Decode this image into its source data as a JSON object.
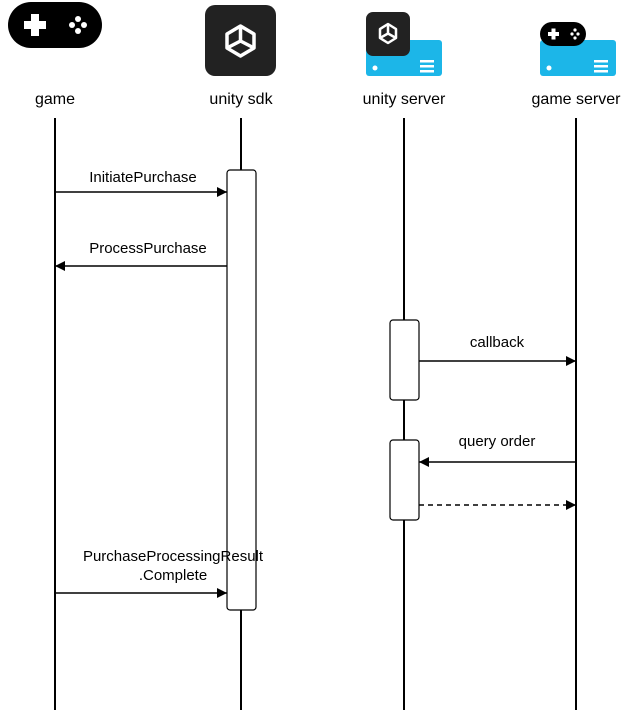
{
  "colors": {
    "line": "#000000",
    "controller": "#000000",
    "unity_tile": "#222222",
    "server_body": "#1CB6E8",
    "activation_fill": "#ffffff"
  },
  "participants": [
    {
      "id": "game",
      "label": "game",
      "icon": "gamepad-icon"
    },
    {
      "id": "unity-sdk",
      "label": "unity sdk",
      "icon": "unity-logo-icon"
    },
    {
      "id": "unity-server",
      "label": "unity server",
      "icon": "unity-server-icon"
    },
    {
      "id": "game-server",
      "label": "game server",
      "icon": "game-server-icon"
    }
  ],
  "messages": [
    {
      "label": "InitiatePurchase",
      "from": "game",
      "to": "unity-sdk",
      "style": "solid"
    },
    {
      "label": "ProcessPurchase",
      "from": "unity-sdk",
      "to": "game",
      "style": "solid"
    },
    {
      "label": "callback",
      "from": "unity-server",
      "to": "game-server",
      "style": "solid"
    },
    {
      "label": "query order",
      "from": "game-server",
      "to": "unity-server",
      "style": "solid"
    },
    {
      "label": "",
      "from": "unity-server",
      "to": "game-server",
      "style": "dashed"
    },
    {
      "label": "PurchaseProcessingResult",
      "label2": ".Complete",
      "from": "game",
      "to": "unity-sdk",
      "style": "solid"
    }
  ]
}
